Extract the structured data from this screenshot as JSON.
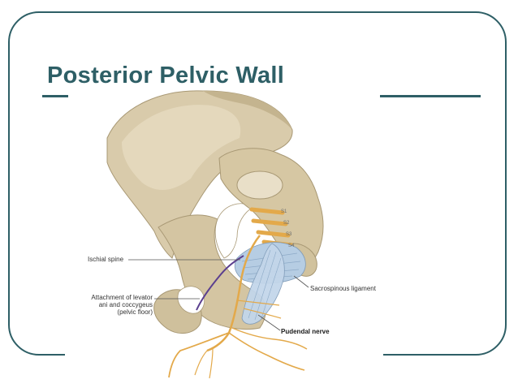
{
  "slide": {
    "title": "Posterior Pelvic Wall",
    "accent_color": "#2e5f66"
  },
  "figure": {
    "labels": {
      "ischial_spine": "Ischial spine",
      "levator_line1": "Attachment of levator",
      "levator_line2": "ani and coccygeus",
      "levator_line3": "(pelvic floor)",
      "sacrospinous": "Sacrospinous ligament",
      "pudendal": "Pudendal nerve"
    },
    "vertebra_labels": [
      "S1",
      "S2",
      "S3",
      "S4"
    ],
    "colors": {
      "bone": "#d9cbab",
      "bone_shadow": "#b3a27c",
      "ligament": "#b6cde3",
      "nerve": "#e3a94a",
      "line_of_attachment": "#5b3f8f"
    }
  }
}
